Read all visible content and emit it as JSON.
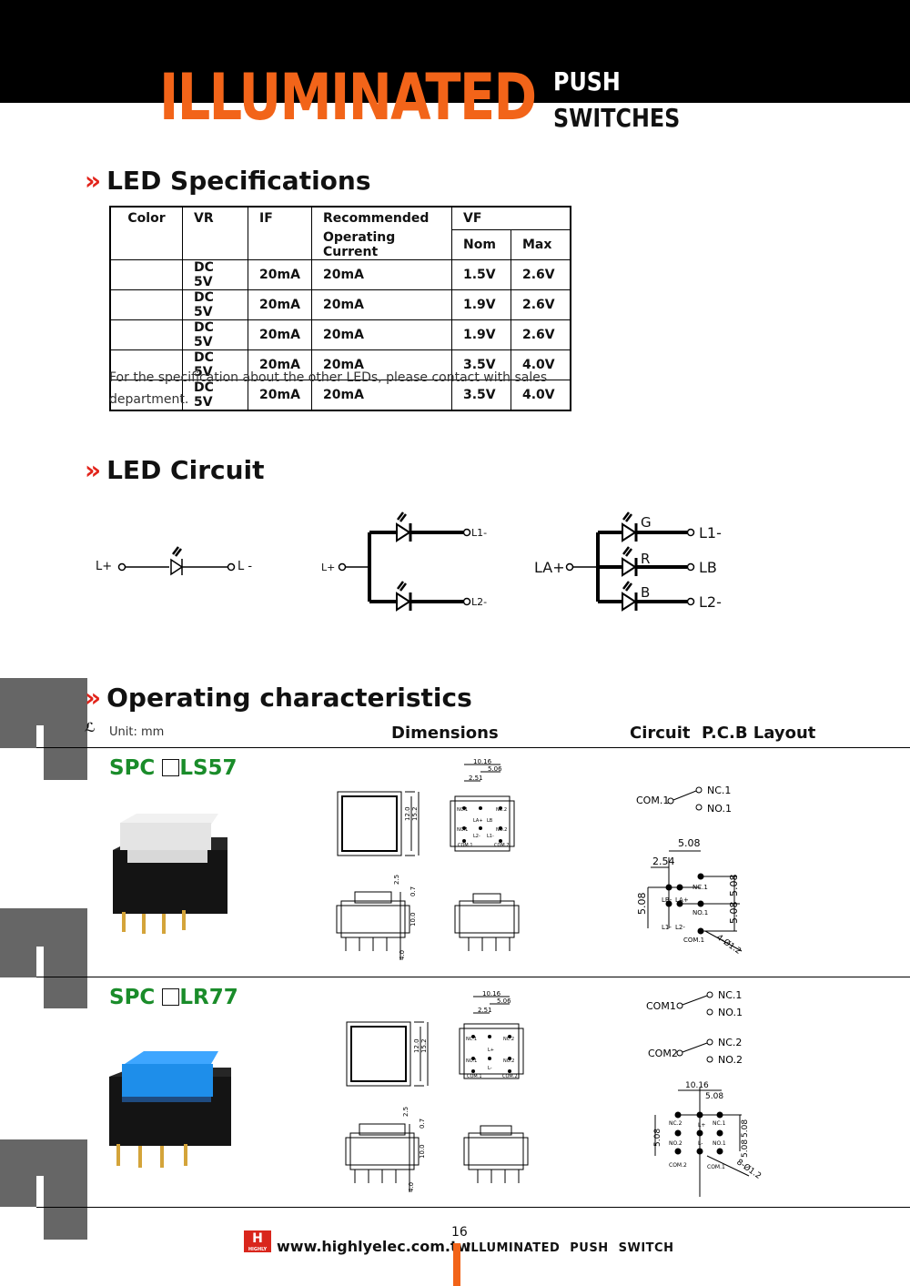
{
  "header": {
    "title_large": "ILLUMINATED",
    "title_small_1": "PUSH",
    "title_small_2": "SWITCHES"
  },
  "sections": {
    "marker": "»",
    "led_specs": "LED Specifications",
    "led_circuit": "LED Circuit",
    "operating": "Operating characteristics"
  },
  "spec_table": {
    "headers": {
      "color": "Color",
      "vr": "VR",
      "if": "IF",
      "rec1": "Recommended",
      "rec2": "Operating Current",
      "vf": "VF",
      "nom": "Nom",
      "max": "Max"
    },
    "rows": [
      {
        "color": "",
        "vr": "DC 5V",
        "if": "20mA",
        "rec": "20mA",
        "nom": "1.5V",
        "max": "2.6V"
      },
      {
        "color": "",
        "vr": "DC 5V",
        "if": "20mA",
        "rec": "20mA",
        "nom": "1.9V",
        "max": "2.6V"
      },
      {
        "color": "",
        "vr": "DC 5V",
        "if": "20mA",
        "rec": "20mA",
        "nom": "1.9V",
        "max": "2.6V"
      },
      {
        "color": "",
        "vr": "DC 5V",
        "if": "20mA",
        "rec": "20mA",
        "nom": "3.5V",
        "max": "4.0V"
      },
      {
        "color": "",
        "vr": "DC 5V",
        "if": "20mA",
        "rec": "20mA",
        "nom": "3.5V",
        "max": "4.0V"
      }
    ],
    "note": "For the specification about the other LEDs, please contact with sales department."
  },
  "circuit": {
    "c1": {
      "left": "L+",
      "right": "L -"
    },
    "c2": {
      "left": "L+",
      "top": "L1-",
      "bottom": "L2-"
    },
    "c3": {
      "left": "LA+",
      "g": "G",
      "r": "R",
      "b": "B",
      "o1": "L1-",
      "o2": "LB",
      "o3": "L2-"
    }
  },
  "operating": {
    "unit": "Unit: mm",
    "dimensions": "Dimensions",
    "pcb": "Circuit  P.C.B Layout",
    "product1": {
      "prefix": "SPC",
      "suffix": "LS57"
    },
    "product2": {
      "prefix": "SPC",
      "suffix": "LR77"
    },
    "dims": {
      "d1016": "10.16",
      "d506": "5.06",
      "d251": "2.51",
      "d120": "12.0",
      "d152": "15.2",
      "d25": "2.5",
      "d07": "0.7",
      "d100": "10.0",
      "d40": "4.0"
    },
    "pins": {
      "nc1": "NC.1",
      "nc2": "NC.2",
      "no1": "NO.1",
      "no2": "NO.2",
      "la": "LA+",
      "lb": "LB",
      "l1": "L1-",
      "l2": "L2-",
      "com1": "COM.1",
      "com2": "COM.2",
      "lp": "L+",
      "lm": "L-"
    },
    "pcb1": {
      "com": "COM.1",
      "nc": "NC.1",
      "no": "NO.1",
      "d508": "5.08",
      "d254": "2.54",
      "lb": "LB-",
      "la": "LA+",
      "l1": "L1-",
      "l2": "L2-",
      "nc1": "NC.1",
      "no1": "NO.1",
      "hole": "4-Ø1.2"
    },
    "pcb2": {
      "com1": "COM1",
      "com2": "COM2",
      "nc1": "NC.1",
      "no1": "NO.1",
      "nc2": "NC.2",
      "no2": "NO.2",
      "d1016": "10.16",
      "d508": "5.08",
      "hole": "8-Ø1.2"
    }
  },
  "footer": {
    "page": "16",
    "url": "www.highlyelec.com.tw",
    "tag1": "ILLUMINATED",
    "tag2": "PUSH",
    "tag3": "SWITCH",
    "logo": "HIGHLY"
  },
  "colors": {
    "accent": "#f26419",
    "marker": "#e2231a",
    "green": "#1a8c2a"
  }
}
